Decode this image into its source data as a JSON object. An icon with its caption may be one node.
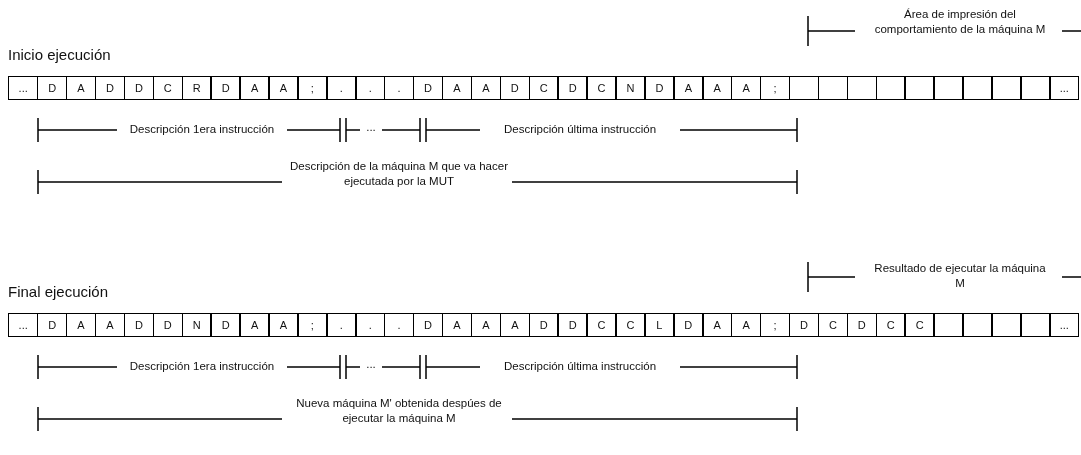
{
  "diagram": {
    "labels": [
      "Área de impresión del comportamiento de la máquina M",
      "Inicio ejecución",
      "...",
      "D",
      "A",
      "D",
      "D",
      "C",
      "R",
      "D",
      "A",
      "A",
      ";",
      ".",
      ".",
      ".",
      "D",
      "A",
      "A",
      "D",
      "C",
      "D",
      "C",
      "N",
      "D",
      "A",
      "A",
      "A",
      ";",
      "...",
      "Descripción 1era instrucción",
      "...",
      "Descripción última instrucción",
      "Descripción de la máquina M que va hacer ejecutada por la MUT",
      "Resultado de ejecutar la máquina M",
      "Final ejecución",
      "...",
      "D",
      "A",
      "A",
      "D",
      "D",
      "N",
      "D",
      "A",
      "A",
      ";",
      ".",
      ".",
      ".",
      "D",
      "A",
      "A",
      "A",
      "D",
      "D",
      "C",
      "C",
      "L",
      "D",
      "A",
      "A",
      ";",
      "D",
      "C",
      "D",
      "C",
      "C",
      "...",
      "Descripción 1era instrucción",
      "...",
      "Descripción última instrucción",
      "Nueva máquina M' obtenida despúes de ejecutar la máquina M"
    ]
  }
}
